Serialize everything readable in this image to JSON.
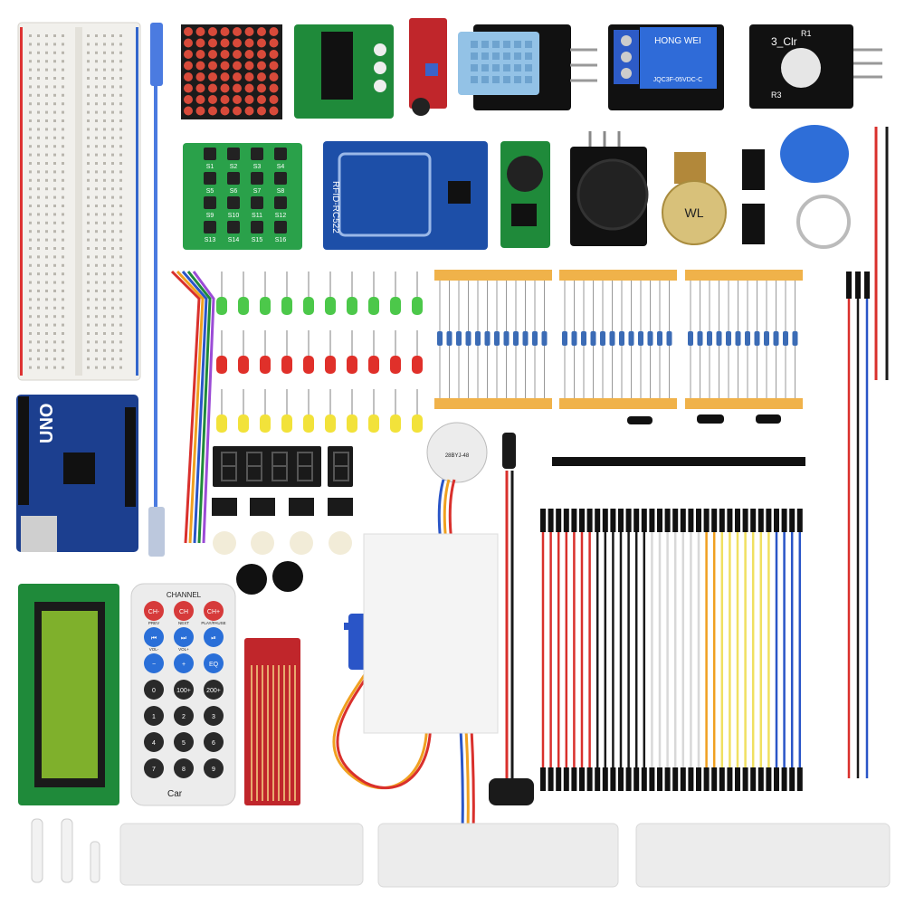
{
  "arduino": {
    "board_label": "UNO"
  },
  "relay": {
    "brand": "HONG WEI",
    "model": "JQC3F-05VDC-C"
  },
  "rgb_module": {
    "pin_label": "3_Clr",
    "r1": "R1",
    "r3": "R3"
  },
  "rfid": {
    "label": "RFID-RC522"
  },
  "keypad": {
    "keys": [
      "S1",
      "S2",
      "S3",
      "S4",
      "S5",
      "S6",
      "S7",
      "S8",
      "S9",
      "S10",
      "S11",
      "S12",
      "S13",
      "S14",
      "S15",
      "S16"
    ]
  },
  "potentiometer": {
    "label": "WL"
  },
  "stepper_motor": {
    "label": "28BYJ-48"
  },
  "remote": {
    "header": "CHANNEL",
    "rows": [
      [
        "CH-",
        "CH",
        "CH+"
      ],
      [
        "⏮",
        "⏭",
        "⏯"
      ],
      [
        "−",
        "+",
        "EQ"
      ],
      [
        "0",
        "100+",
        "200+"
      ],
      [
        "1",
        "2",
        "3"
      ],
      [
        "4",
        "5",
        "6"
      ],
      [
        "7",
        "8",
        "9"
      ]
    ],
    "sub_labels": [
      "PREV",
      "NEXT",
      "PLAY/PAUSE",
      "VOL-",
      "VOL+"
    ],
    "brand": "Car"
  },
  "colors": {
    "board_blue": "#1c3f8f",
    "module_green": "#1f8a3a",
    "module_black": "#111111",
    "module_red": "#c0262b",
    "wire_red": "#d9302c",
    "wire_black": "#1a1a1a",
    "wire_blue": "#2a55c7",
    "lcd_green": "#7fb02c",
    "resistor_tape": "#f0b24a"
  }
}
